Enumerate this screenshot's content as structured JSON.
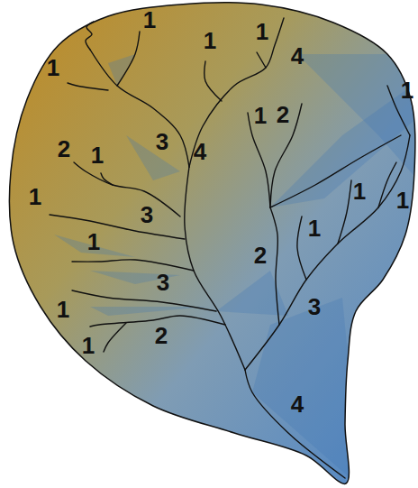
{
  "diagram": {
    "labels": [
      "1",
      "1",
      "1",
      "4",
      "1",
      "1",
      "1",
      "2",
      "3",
      "2",
      "4",
      "1",
      "1",
      "1",
      "1",
      "3",
      "1",
      "1",
      "2",
      "3",
      "3",
      "1",
      "2",
      "1",
      "4"
    ]
  }
}
